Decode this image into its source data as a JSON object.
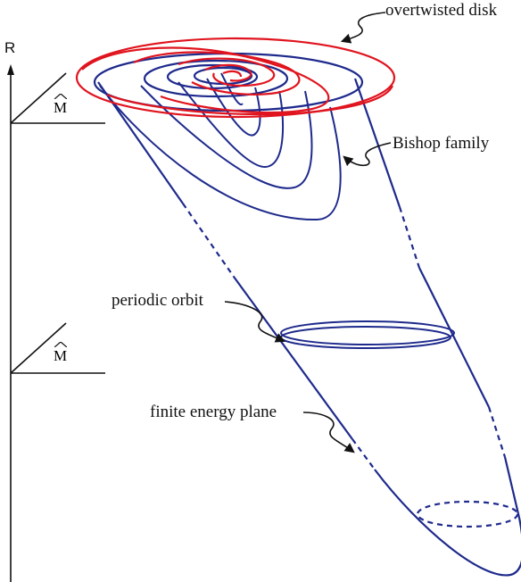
{
  "axis": {
    "label": "R"
  },
  "planes": [
    {
      "label": "M"
    },
    {
      "label": "M"
    }
  ],
  "annotations": {
    "overtwisted_disk": "overtwisted disk",
    "bishop_family": "Bishop family",
    "periodic_orbit": "periodic orbit",
    "finite_energy_plane": "finite energy plane"
  },
  "colors": {
    "surface": "#1e2a8c",
    "disk": "#e0141e",
    "ink": "#111111"
  }
}
